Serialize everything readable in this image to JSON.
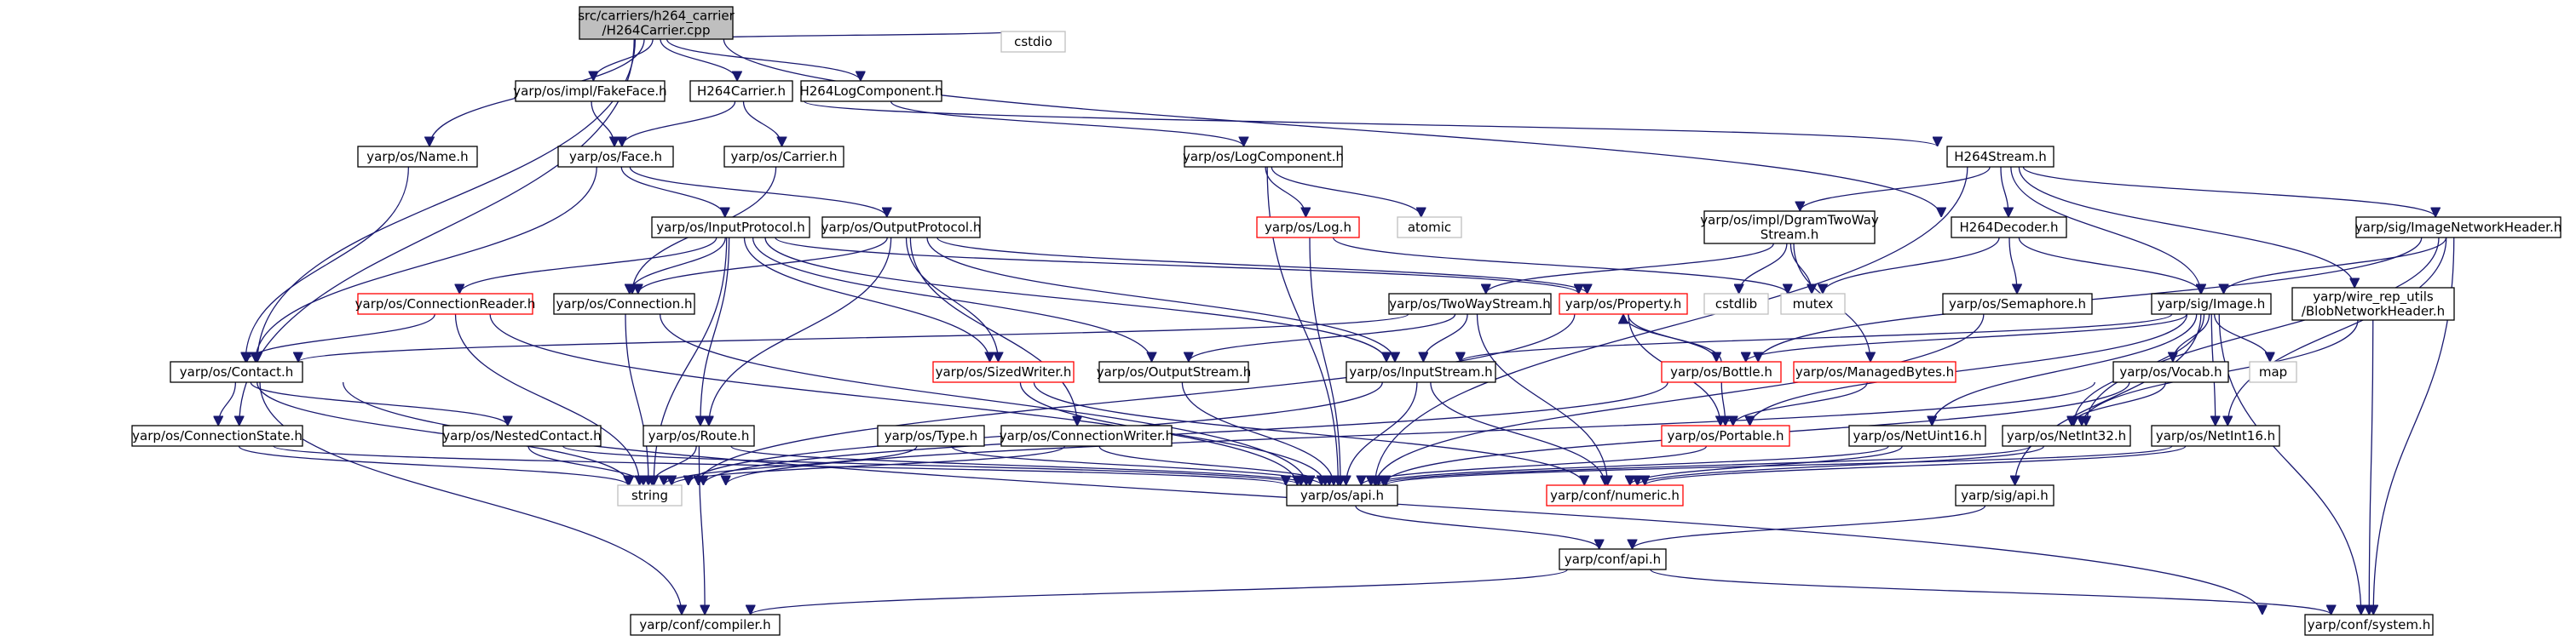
{
  "graph": {
    "nodes": [
      {
        "id": "root",
        "label": [
          "src/carriers/h264_carrier",
          "/H264Carrier.cpp"
        ],
        "style": "root"
      },
      {
        "id": "contact",
        "label": [
          "yarp/os/Contact.h"
        ],
        "style": "normal"
      },
      {
        "id": "connstate",
        "label": [
          "yarp/os/ConnectionState.h"
        ],
        "style": "normal"
      },
      {
        "id": "name",
        "label": [
          "yarp/os/Name.h"
        ],
        "style": "normal"
      },
      {
        "id": "fakeface",
        "label": [
          "yarp/os/impl/FakeFace.h"
        ],
        "style": "normal"
      },
      {
        "id": "h264carrier",
        "label": [
          "H264Carrier.h"
        ],
        "style": "normal"
      },
      {
        "id": "h264logcomp",
        "label": [
          "H264LogComponent.h"
        ],
        "style": "normal"
      },
      {
        "id": "cstdio",
        "label": [
          "cstdio"
        ],
        "style": "gray"
      },
      {
        "id": "face",
        "label": [
          "yarp/os/Face.h"
        ],
        "style": "normal"
      },
      {
        "id": "carrier",
        "label": [
          "yarp/os/Carrier.h"
        ],
        "style": "normal"
      },
      {
        "id": "logcomp",
        "label": [
          "yarp/os/LogComponent.h"
        ],
        "style": "normal"
      },
      {
        "id": "h264stream",
        "label": [
          "H264Stream.h"
        ],
        "style": "normal"
      },
      {
        "id": "inputproto",
        "label": [
          "yarp/os/InputProtocol.h"
        ],
        "style": "normal"
      },
      {
        "id": "outputproto",
        "label": [
          "yarp/os/OutputProtocol.h"
        ],
        "style": "normal"
      },
      {
        "id": "log",
        "label": [
          "yarp/os/Log.h"
        ],
        "style": "red"
      },
      {
        "id": "atomic",
        "label": [
          "atomic"
        ],
        "style": "gray"
      },
      {
        "id": "dgram",
        "label": [
          "yarp/os/impl/DgramTwoWay",
          "Stream.h"
        ],
        "style": "normal"
      },
      {
        "id": "h264decoder",
        "label": [
          "H264Decoder.h"
        ],
        "style": "normal"
      },
      {
        "id": "imgnethdr",
        "label": [
          "yarp/sig/ImageNetworkHeader.h"
        ],
        "style": "normal"
      },
      {
        "id": "connreader",
        "label": [
          "yarp/os/ConnectionReader.h"
        ],
        "style": "red"
      },
      {
        "id": "connection",
        "label": [
          "yarp/os/Connection.h"
        ],
        "style": "normal"
      },
      {
        "id": "property",
        "label": [
          "yarp/os/Property.h"
        ],
        "style": "red"
      },
      {
        "id": "twowaystream",
        "label": [
          "yarp/os/TwoWayStream.h"
        ],
        "style": "normal"
      },
      {
        "id": "cstdlib",
        "label": [
          "cstdlib"
        ],
        "style": "gray"
      },
      {
        "id": "mutex",
        "label": [
          "mutex"
        ],
        "style": "gray"
      },
      {
        "id": "semaphore",
        "label": [
          "yarp/os/Semaphore.h"
        ],
        "style": "normal"
      },
      {
        "id": "image",
        "label": [
          "yarp/sig/Image.h"
        ],
        "style": "normal"
      },
      {
        "id": "blobnethdr",
        "label": [
          "yarp/wire_rep_utils",
          "/BlobNetworkHeader.h"
        ],
        "style": "normal"
      },
      {
        "id": "sizedwriter",
        "label": [
          "yarp/os/SizedWriter.h"
        ],
        "style": "red"
      },
      {
        "id": "outputstream",
        "label": [
          "yarp/os/OutputStream.h"
        ],
        "style": "normal"
      },
      {
        "id": "inputstream",
        "label": [
          "yarp/os/InputStream.h"
        ],
        "style": "normal"
      },
      {
        "id": "bottle",
        "label": [
          "yarp/os/Bottle.h"
        ],
        "style": "red"
      },
      {
        "id": "managedbytes",
        "label": [
          "yarp/os/ManagedBytes.h"
        ],
        "style": "red"
      },
      {
        "id": "vocab",
        "label": [
          "yarp/os/Vocab.h"
        ],
        "style": "normal"
      },
      {
        "id": "map",
        "label": [
          "map"
        ],
        "style": "gray"
      },
      {
        "id": "nestedcontact",
        "label": [
          "yarp/os/NestedContact.h"
        ],
        "style": "normal"
      },
      {
        "id": "route",
        "label": [
          "yarp/os/Route.h"
        ],
        "style": "normal"
      },
      {
        "id": "type",
        "label": [
          "yarp/os/Type.h"
        ],
        "style": "normal"
      },
      {
        "id": "connwriter",
        "label": [
          "yarp/os/ConnectionWriter.h"
        ],
        "style": "normal"
      },
      {
        "id": "portable",
        "label": [
          "yarp/os/Portable.h"
        ],
        "style": "red"
      },
      {
        "id": "netuint16",
        "label": [
          "yarp/os/NetUint16.h"
        ],
        "style": "normal"
      },
      {
        "id": "netint32",
        "label": [
          "yarp/os/NetInt32.h"
        ],
        "style": "normal"
      },
      {
        "id": "netint16",
        "label": [
          "yarp/os/NetInt16.h"
        ],
        "style": "normal"
      },
      {
        "id": "string",
        "label": [
          "string"
        ],
        "style": "gray"
      },
      {
        "id": "api",
        "label": [
          "yarp/os/api.h"
        ],
        "style": "normal"
      },
      {
        "id": "numeric",
        "label": [
          "yarp/conf/numeric.h"
        ],
        "style": "red"
      },
      {
        "id": "sigapi",
        "label": [
          "yarp/sig/api.h"
        ],
        "style": "normal"
      },
      {
        "id": "confapi",
        "label": [
          "yarp/conf/api.h"
        ],
        "style": "normal"
      },
      {
        "id": "compiler",
        "label": [
          "yarp/conf/compiler.h"
        ],
        "style": "normal"
      },
      {
        "id": "system",
        "label": [
          "yarp/conf/system.h"
        ],
        "style": "normal"
      }
    ],
    "edges": [
      [
        "root",
        "contact"
      ],
      [
        "root",
        "connstate"
      ],
      [
        "root",
        "name"
      ],
      [
        "root",
        "fakeface"
      ],
      [
        "root",
        "h264carrier"
      ],
      [
        "root",
        "h264logcomp"
      ],
      [
        "root",
        "cstdio"
      ],
      [
        "root",
        "h264decoder"
      ],
      [
        "fakeface",
        "face"
      ],
      [
        "h264carrier",
        "face"
      ],
      [
        "h264carrier",
        "carrier"
      ],
      [
        "h264carrier",
        "h264stream"
      ],
      [
        "h264logcomp",
        "logcomp"
      ],
      [
        "name",
        "contact"
      ],
      [
        "face",
        "inputproto"
      ],
      [
        "face",
        "outputproto"
      ],
      [
        "face",
        "contact"
      ],
      [
        "carrier",
        "connection"
      ],
      [
        "logcomp",
        "log"
      ],
      [
        "logcomp",
        "atomic"
      ],
      [
        "logcomp",
        "api"
      ],
      [
        "h264stream",
        "dgram"
      ],
      [
        "h264stream",
        "h264decoder"
      ],
      [
        "h264stream",
        "image"
      ],
      [
        "h264stream",
        "imgnethdr"
      ],
      [
        "h264stream",
        "blobnethdr"
      ],
      [
        "h264stream",
        "api"
      ],
      [
        "inputproto",
        "connreader"
      ],
      [
        "inputproto",
        "connection"
      ],
      [
        "inputproto",
        "property"
      ],
      [
        "inputproto",
        "sizedwriter"
      ],
      [
        "inputproto",
        "outputstream"
      ],
      [
        "inputproto",
        "inputstream"
      ],
      [
        "inputproto",
        "route"
      ],
      [
        "inputproto",
        "string"
      ],
      [
        "outputproto",
        "connection"
      ],
      [
        "outputproto",
        "property"
      ],
      [
        "outputproto",
        "sizedwriter"
      ],
      [
        "outputproto",
        "inputstream"
      ],
      [
        "outputproto",
        "connwriter"
      ],
      [
        "outputproto",
        "route"
      ],
      [
        "log",
        "api"
      ],
      [
        "log",
        "mutex"
      ],
      [
        "dgram",
        "twowaystream"
      ],
      [
        "dgram",
        "cstdlib"
      ],
      [
        "dgram",
        "mutex"
      ],
      [
        "dgram",
        "managedbytes"
      ],
      [
        "h264decoder",
        "semaphore"
      ],
      [
        "h264decoder",
        "image"
      ],
      [
        "h264decoder",
        "mutex"
      ],
      [
        "imgnethdr",
        "image"
      ],
      [
        "imgnethdr",
        "bottle"
      ],
      [
        "imgnethdr",
        "netint32"
      ],
      [
        "imgnethdr",
        "netint16"
      ],
      [
        "imgnethdr",
        "system"
      ],
      [
        "connreader",
        "contact"
      ],
      [
        "connreader",
        "string"
      ],
      [
        "connreader",
        "api"
      ],
      [
        "connection",
        "string"
      ],
      [
        "connection",
        "api"
      ],
      [
        "property",
        "bottle"
      ],
      [
        "property",
        "portable"
      ],
      [
        "property",
        "string"
      ],
      [
        "twowaystream",
        "contact"
      ],
      [
        "twowaystream",
        "inputstream"
      ],
      [
        "twowaystream",
        "outputstream"
      ],
      [
        "twowaystream",
        "numeric"
      ],
      [
        "semaphore",
        "api"
      ],
      [
        "image",
        "bottle"
      ],
      [
        "image",
        "vocab"
      ],
      [
        "image",
        "map"
      ],
      [
        "image",
        "portable"
      ],
      [
        "image",
        "netint32"
      ],
      [
        "image",
        "netuint16"
      ],
      [
        "image",
        "netint16"
      ],
      [
        "image",
        "sigapi"
      ],
      [
        "image",
        "system"
      ],
      [
        "image",
        "inputstream"
      ],
      [
        "blobnethdr",
        "netint32"
      ],
      [
        "blobnethdr",
        "system"
      ],
      [
        "sizedwriter",
        "api"
      ],
      [
        "sizedwriter",
        "numeric"
      ],
      [
        "outputstream",
        "api"
      ],
      [
        "inputstream",
        "api"
      ],
      [
        "inputstream",
        "numeric"
      ],
      [
        "inputstream",
        "string"
      ],
      [
        "bottle",
        "property"
      ],
      [
        "bottle",
        "portable"
      ],
      [
        "bottle",
        "string"
      ],
      [
        "managedbytes",
        "portable"
      ],
      [
        "vocab",
        "netint32"
      ],
      [
        "vocab",
        "api"
      ],
      [
        "vocab",
        "string"
      ],
      [
        "contact",
        "connstate"
      ],
      [
        "contact",
        "nestedcontact"
      ],
      [
        "contact",
        "string"
      ],
      [
        "contact",
        "compiler"
      ],
      [
        "contact",
        "system"
      ],
      [
        "connstate",
        "string"
      ],
      [
        "connstate",
        "api"
      ],
      [
        "nestedcontact",
        "string"
      ],
      [
        "nestedcontact",
        "api"
      ],
      [
        "route",
        "string"
      ],
      [
        "route",
        "compiler"
      ],
      [
        "route",
        "api"
      ],
      [
        "type",
        "string"
      ],
      [
        "type",
        "api"
      ],
      [
        "connwriter",
        "api"
      ],
      [
        "connwriter",
        "string"
      ],
      [
        "portable",
        "api"
      ],
      [
        "netuint16",
        "api"
      ],
      [
        "netuint16",
        "numeric"
      ],
      [
        "netint32",
        "api"
      ],
      [
        "netint32",
        "numeric"
      ],
      [
        "netint16",
        "api"
      ],
      [
        "netint16",
        "numeric"
      ],
      [
        "api",
        "confapi"
      ],
      [
        "sigapi",
        "confapi"
      ],
      [
        "confapi",
        "compiler"
      ],
      [
        "confapi",
        "system"
      ]
    ]
  }
}
